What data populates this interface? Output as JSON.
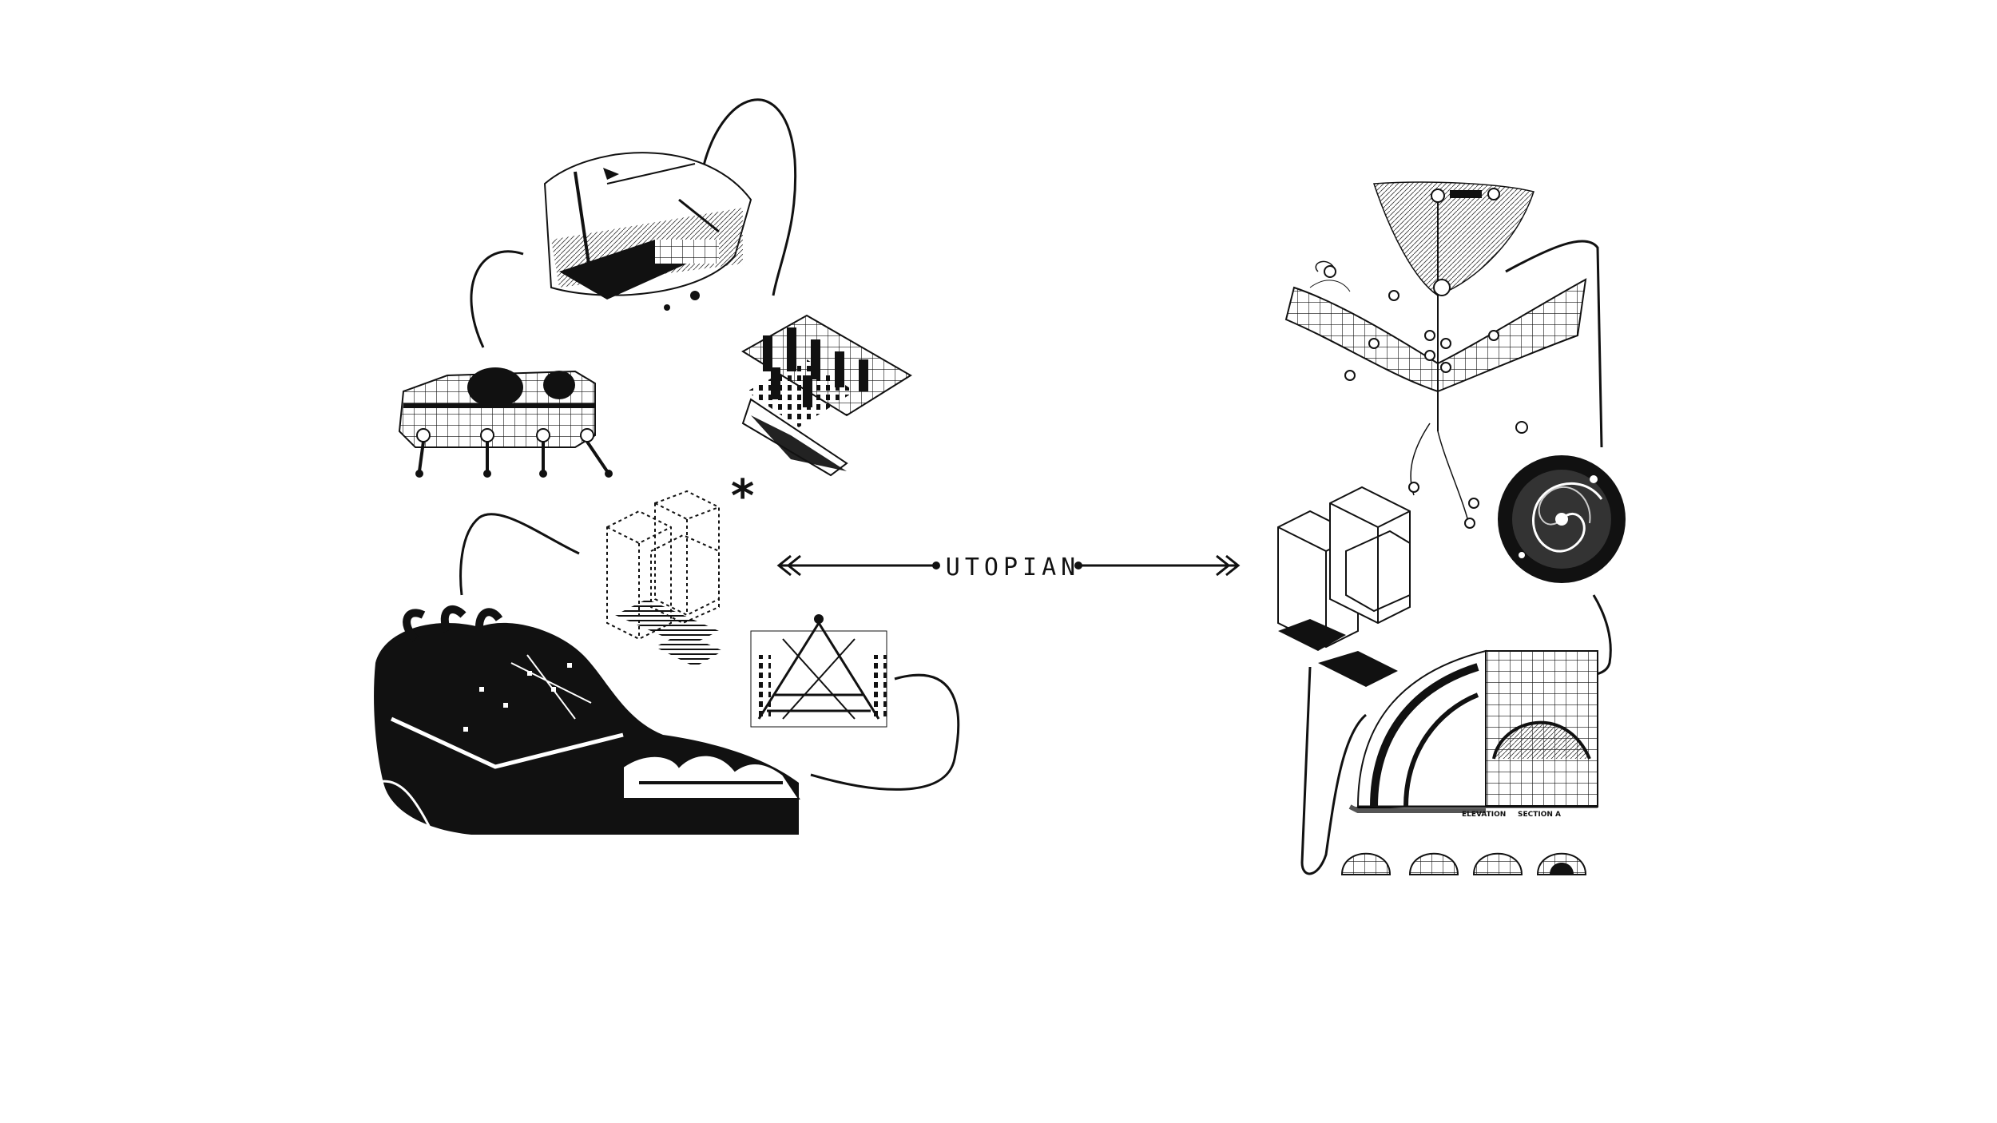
{
  "center_label": "UTOPIAN",
  "marker_symbol": "*",
  "right_section_drawing": {
    "elevation_label": "ELEVATION",
    "section_label": "SECTION A"
  },
  "colors": {
    "ink": "#111111",
    "background": "#ffffff",
    "grey": "#888888"
  }
}
